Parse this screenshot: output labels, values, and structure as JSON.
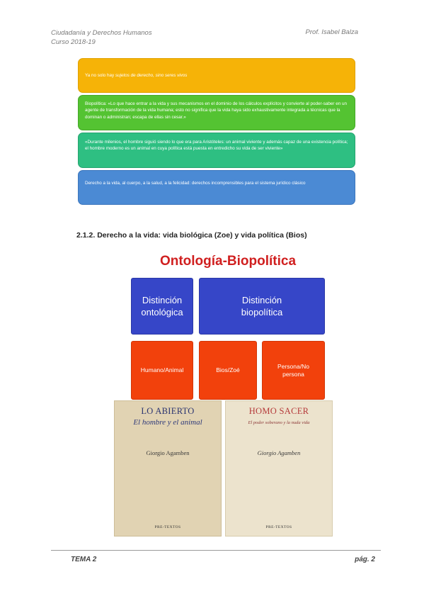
{
  "header": {
    "course_title": "Ciudadanía y Derechos Humanos",
    "course_year": "Curso 2018-19",
    "author": "Prof. Isabel Balza"
  },
  "boxes": [
    {
      "prefix": "Ya no solo hay ",
      "italic": "sujetos de derecho, sino seres vivos"
    },
    {
      "text": "Biopolítica: «Lo que hace entrar a la vida y sus mecanismos en el dominio de los cálculos explícitos y convierte al poder-saber en un agente de transformación de la vida humana; esto no significa que la vida haya sido exhaustivamente integrada a técnicas que la dominan o administran; escapa de ellas sin cesar.»"
    },
    {
      "text": "«Durante milenios, el hombre siguió siendo lo que era para Aristóteles: un animal viviente y además capaz de una existencia política; el hombre moderno es un animal en cuya política está puesta en entredicho su vida de ser viviente»"
    },
    {
      "text": "Derecho a la vida, al cuerpo, a la salud, a la felicidad: derechos incomprensibles para el sistema jurídico clásico"
    }
  ],
  "section_heading": "2.1.2. Derecho a la vida: vida biológica (Zoe) y vida política (Bios)",
  "diagram": {
    "title": "Ontología-Biopolítica",
    "tiles": {
      "ontologica": "Distinción ontológica",
      "biopolitica": "Distinción biopolítica",
      "humano_animal": "Humano/Animal",
      "bios_zoe": "Bios/Zoé",
      "persona": "Persona/No persona"
    },
    "colors": {
      "blue": "#3646c8",
      "orange": "#f2410c",
      "title_red": "#d01f1f"
    }
  },
  "books": [
    {
      "title": "LO ABIERTO",
      "subtitle": "El hombre y el animal",
      "author": "Giorgio Agamben",
      "publisher": "PRE-TEXTOS"
    },
    {
      "title": "HOMO SACER",
      "subtitle": "El poder soberano y la nuda vida",
      "author": "Giorgio Agamben",
      "publisher": "PRE-TEXTOS"
    }
  ],
  "footer": {
    "left": "TEMA 2",
    "right": "pág. 2"
  }
}
